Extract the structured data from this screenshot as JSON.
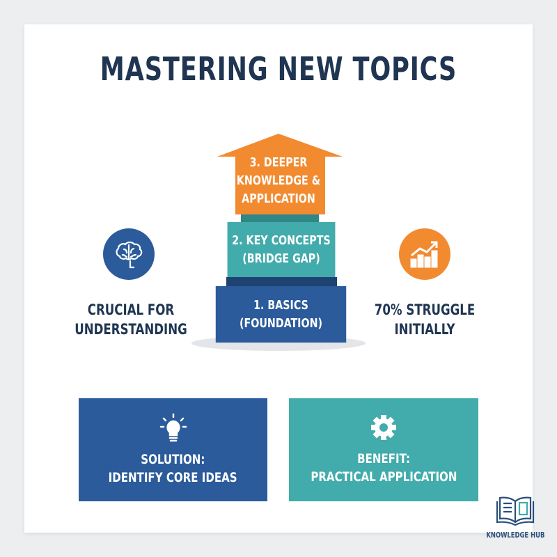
{
  "title": "MASTERING NEW TOPICS",
  "steps": [
    {
      "label_lines": [
        "3. DEEPER",
        "KNOWLEDGE &",
        "APPLICATION"
      ]
    },
    {
      "label_lines": [
        "2. KEY CONCEPTS",
        "(BRIDGE GAP)"
      ]
    },
    {
      "label_lines": [
        "1. BASICS",
        "(FOUNDATION)"
      ]
    }
  ],
  "left_note": {
    "icon": "brain-icon",
    "lines": [
      "CRUCIAL FOR",
      "UNDERSTANDING"
    ]
  },
  "right_note": {
    "icon": "bar-chart-up-icon",
    "lines": [
      "70% STRUGGLE",
      "INITIALLY"
    ]
  },
  "cards": [
    {
      "icon": "lightbulb-icon",
      "heading": "SOLUTION:",
      "text": "IDENTIFY CORE IDEAS"
    },
    {
      "icon": "gear-icon",
      "heading": "BENEFIT:",
      "text": "PRACTICAL APPLICATION"
    }
  ],
  "logo": {
    "icon": "open-book-icon",
    "text": "KNOWLEDGE HUB"
  },
  "colors": {
    "navy": "#1f3552",
    "orange": "#f28a30",
    "teal": "#42abab",
    "blue": "#2b5b9b"
  }
}
